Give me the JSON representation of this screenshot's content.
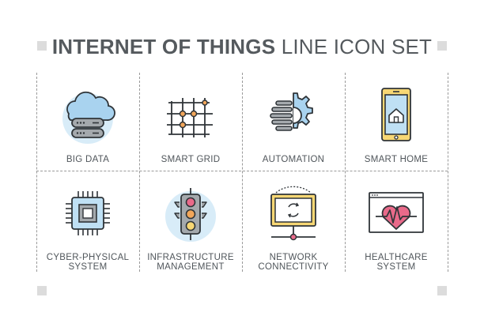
{
  "title": {
    "bold": "INTERNET OF THINGS",
    "light": "LINE ICON SET"
  },
  "colors": {
    "line": "#2f3438",
    "blue_light": "#bfe0f4",
    "yellow": "#f7d774",
    "orange": "#f2a65a",
    "pink": "#e96a8a",
    "gray": "#8a9298"
  },
  "icons": [
    {
      "name": "big-data-icon",
      "label": "BIG DATA"
    },
    {
      "name": "smart-grid-icon",
      "label": "SMART GRID"
    },
    {
      "name": "automation-icon",
      "label": "AUTOMATION"
    },
    {
      "name": "smart-home-icon",
      "label": "SMART HOME"
    },
    {
      "name": "cyber-physical-system-icon",
      "label": "CYBER-PHYSICAL\nSYSTEM"
    },
    {
      "name": "infrastructure-management-icon",
      "label": "INFRASTRUCTURE\nMANAGEMENT"
    },
    {
      "name": "network-connectivity-icon",
      "label": "NETWORK\nCONNECTIVITY"
    },
    {
      "name": "healthcare-system-icon",
      "label": "HEALTHCARE\nSYSTEM"
    }
  ]
}
